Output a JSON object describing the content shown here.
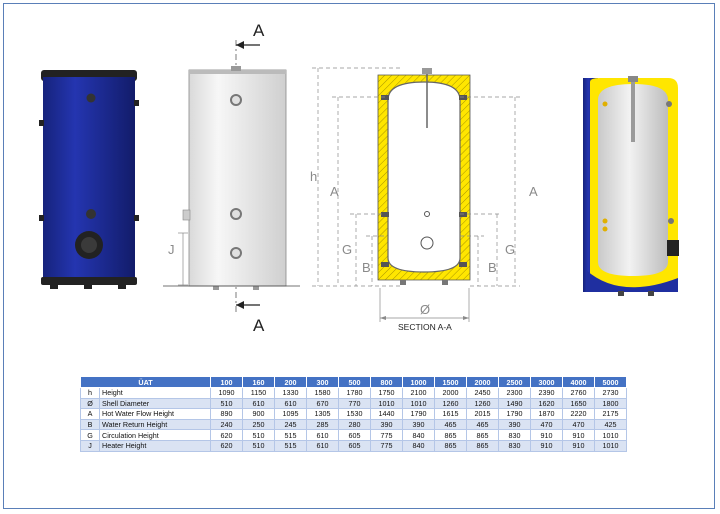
{
  "section_labels": {
    "a_top": "A",
    "a_bottom": "A",
    "section": "SECTION A-A"
  },
  "dimension_labels": {
    "h": "h",
    "A_left": "A",
    "A_right": "A",
    "G_left": "G",
    "G_right": "G",
    "B_left": "B",
    "B_right": "B",
    "diameter": "Ø",
    "J": "J"
  },
  "colors": {
    "shell_blue": "#1f2fa0",
    "insulation_yellow": "#ffe600",
    "table_header": "#4472c4",
    "table_stripe": "#dae3f3",
    "frame_border": "#5a7fb8"
  },
  "table": {
    "header_label": "ÜAT",
    "columns": [
      "100",
      "160",
      "200",
      "300",
      "500",
      "800",
      "1000",
      "1500",
      "2000",
      "2500",
      "3000",
      "4000",
      "5000"
    ],
    "rows": [
      {
        "symbol": "h",
        "label": "Height",
        "values": [
          "1090",
          "1150",
          "1330",
          "1580",
          "1780",
          "1750",
          "2100",
          "2000",
          "2450",
          "2300",
          "2390",
          "2760",
          "2730"
        ]
      },
      {
        "symbol": "Ø",
        "label": "Shell Diameter",
        "values": [
          "510",
          "610",
          "610",
          "670",
          "770",
          "1010",
          "1010",
          "1260",
          "1260",
          "1490",
          "1620",
          "1650",
          "1800"
        ]
      },
      {
        "symbol": "A",
        "label": "Hot Water Flow Height",
        "values": [
          "890",
          "900",
          "1095",
          "1305",
          "1530",
          "1440",
          "1790",
          "1615",
          "2015",
          "1790",
          "1870",
          "2220",
          "2175"
        ]
      },
      {
        "symbol": "B",
        "label": "Water Return Height",
        "values": [
          "240",
          "250",
          "245",
          "285",
          "280",
          "390",
          "390",
          "465",
          "465",
          "390",
          "470",
          "470",
          "425"
        ]
      },
      {
        "symbol": "G",
        "label": "Circulation Height",
        "values": [
          "620",
          "510",
          "515",
          "610",
          "605",
          "775",
          "840",
          "865",
          "865",
          "830",
          "910",
          "910",
          "1010"
        ]
      },
      {
        "symbol": "J",
        "label": "Heater Height",
        "values": [
          "620",
          "510",
          "515",
          "610",
          "605",
          "775",
          "840",
          "865",
          "865",
          "830",
          "910",
          "910",
          "1010"
        ]
      }
    ]
  }
}
